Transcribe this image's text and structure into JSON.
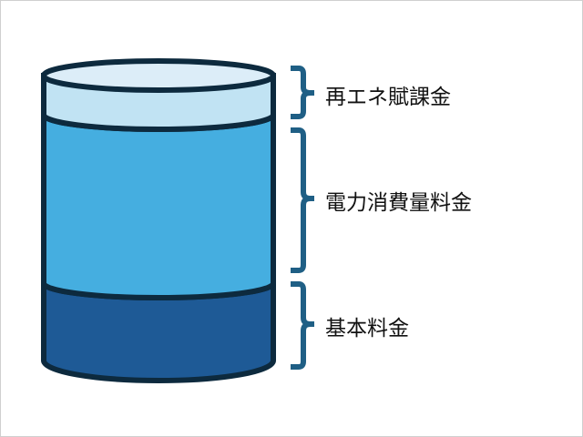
{
  "labels": {
    "renewable_levy": "再エネ賦課金",
    "energy_charge": "電力消費量料金",
    "basic_charge": "基本料金"
  },
  "colors": {
    "outline": "#0d2a3e",
    "top_cap": "#dcedf8",
    "renewable_levy": "#c1e3f3",
    "energy_charge": "#45aee0",
    "basic_charge": "#1e5a96",
    "bracket": "#1f5f85"
  }
}
